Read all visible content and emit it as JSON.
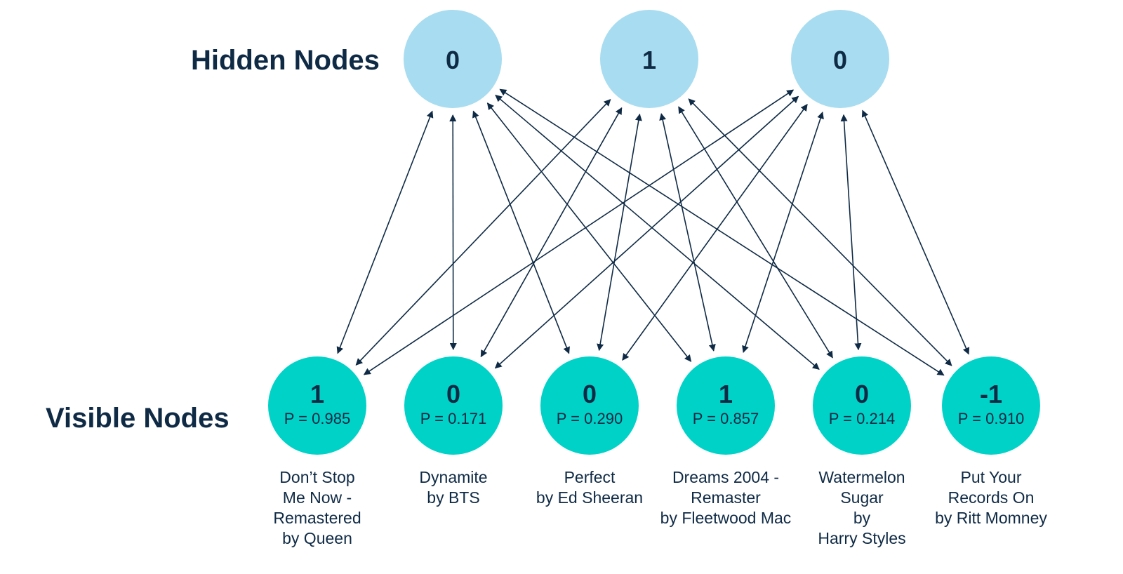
{
  "titles": {
    "hidden": "Hidden Nodes",
    "visible": "Visible Nodes"
  },
  "colors": {
    "hidden_node": "#a8dcf0",
    "visible_node": "#00d2c8",
    "text": "#0f2a45",
    "edge": "#0f2a45"
  },
  "hidden_nodes": [
    {
      "value": "0"
    },
    {
      "value": "1"
    },
    {
      "value": "0"
    }
  ],
  "visible_nodes": [
    {
      "value": "1",
      "probability": "P = 0.985",
      "label_lines": [
        "Don’t Stop",
        "Me Now -",
        "Remastered",
        "by Queen"
      ]
    },
    {
      "value": "0",
      "probability": "P = 0.171",
      "label_lines": [
        "Dynamite",
        "by BTS"
      ]
    },
    {
      "value": "0",
      "probability": "P = 0.290",
      "label_lines": [
        "Perfect",
        "by Ed Sheeran"
      ]
    },
    {
      "value": "1",
      "probability": "P = 0.857",
      "label_lines": [
        "Dreams 2004 -",
        "Remaster",
        "by Fleetwood Mac"
      ]
    },
    {
      "value": "0",
      "probability": "P = 0.214",
      "label_lines": [
        "Watermelon",
        "Sugar",
        "by",
        "Harry Styles"
      ]
    },
    {
      "value": "-1",
      "probability": "P = 0.910",
      "label_lines": [
        "Put Your",
        "Records On",
        "by Ritt Momney"
      ]
    }
  ]
}
